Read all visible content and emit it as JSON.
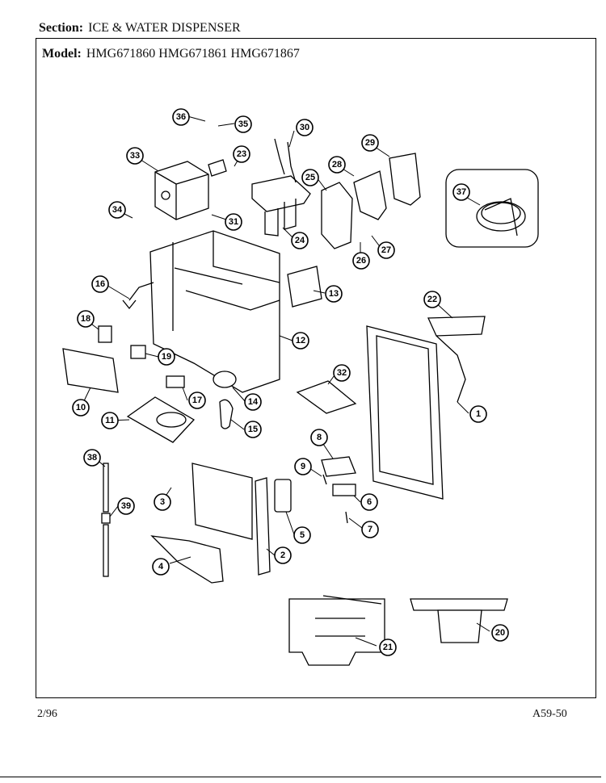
{
  "header": {
    "section_label": "Section:",
    "section_value": "ICE & WATER DISPENSER",
    "model_label": "Model:",
    "model_value": "HMG671860  HMG671861  HMG671867"
  },
  "footer": {
    "date": "2/96",
    "page_code": "A59-50"
  },
  "callouts": [
    "1",
    "2",
    "3",
    "4",
    "5",
    "6",
    "7",
    "8",
    "9",
    "10",
    "11",
    "12",
    "13",
    "14",
    "15",
    "16",
    "17",
    "18",
    "19",
    "20",
    "21",
    "22",
    "23",
    "24",
    "25",
    "26",
    "27",
    "28",
    "29",
    "30",
    "31",
    "32",
    "33",
    "34",
    "35",
    "36",
    "37",
    "38",
    "39"
  ]
}
